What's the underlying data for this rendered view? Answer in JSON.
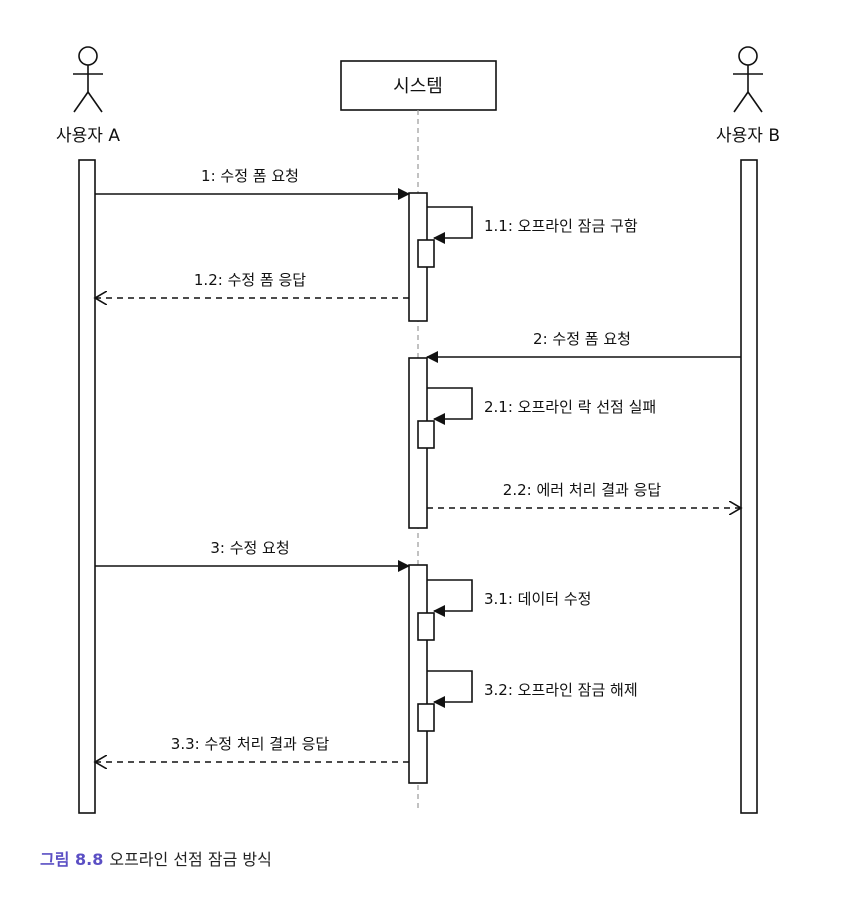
{
  "participants": {
    "actor_a": "사용자 A",
    "system": "시스템",
    "actor_b": "사용자 B"
  },
  "messages": [
    {
      "id": "m1",
      "label": "1: 수정 폼 요청",
      "style": "solid"
    },
    {
      "id": "m11",
      "label": "1.1: 오프라인 잠금 구함",
      "style": "self"
    },
    {
      "id": "m12",
      "label": "1.2: 수정 폼 응답",
      "style": "dashed"
    },
    {
      "id": "m2",
      "label": "2: 수정 폼 요청",
      "style": "solid"
    },
    {
      "id": "m21",
      "label": "2.1: 오프라인 락 선점 실패",
      "style": "self"
    },
    {
      "id": "m22",
      "label": "2.2: 에러 처리 결과 응답",
      "style": "dashed"
    },
    {
      "id": "m3",
      "label": "3: 수정 요청",
      "style": "solid"
    },
    {
      "id": "m31",
      "label": "3.1: 데이터 수정",
      "style": "self"
    },
    {
      "id": "m32",
      "label": "3.2: 오프라인 잠금 해제",
      "style": "self"
    },
    {
      "id": "m33",
      "label": "3.3: 수정 처리 결과 응답",
      "style": "dashed"
    }
  ],
  "caption": {
    "number": "그림 8.8",
    "text": "오프라인 선점 잠금 방식"
  },
  "colors": {
    "line": "#111111",
    "lifeline": "#9a9a9a",
    "caption_number": "#5b4fc4"
  }
}
